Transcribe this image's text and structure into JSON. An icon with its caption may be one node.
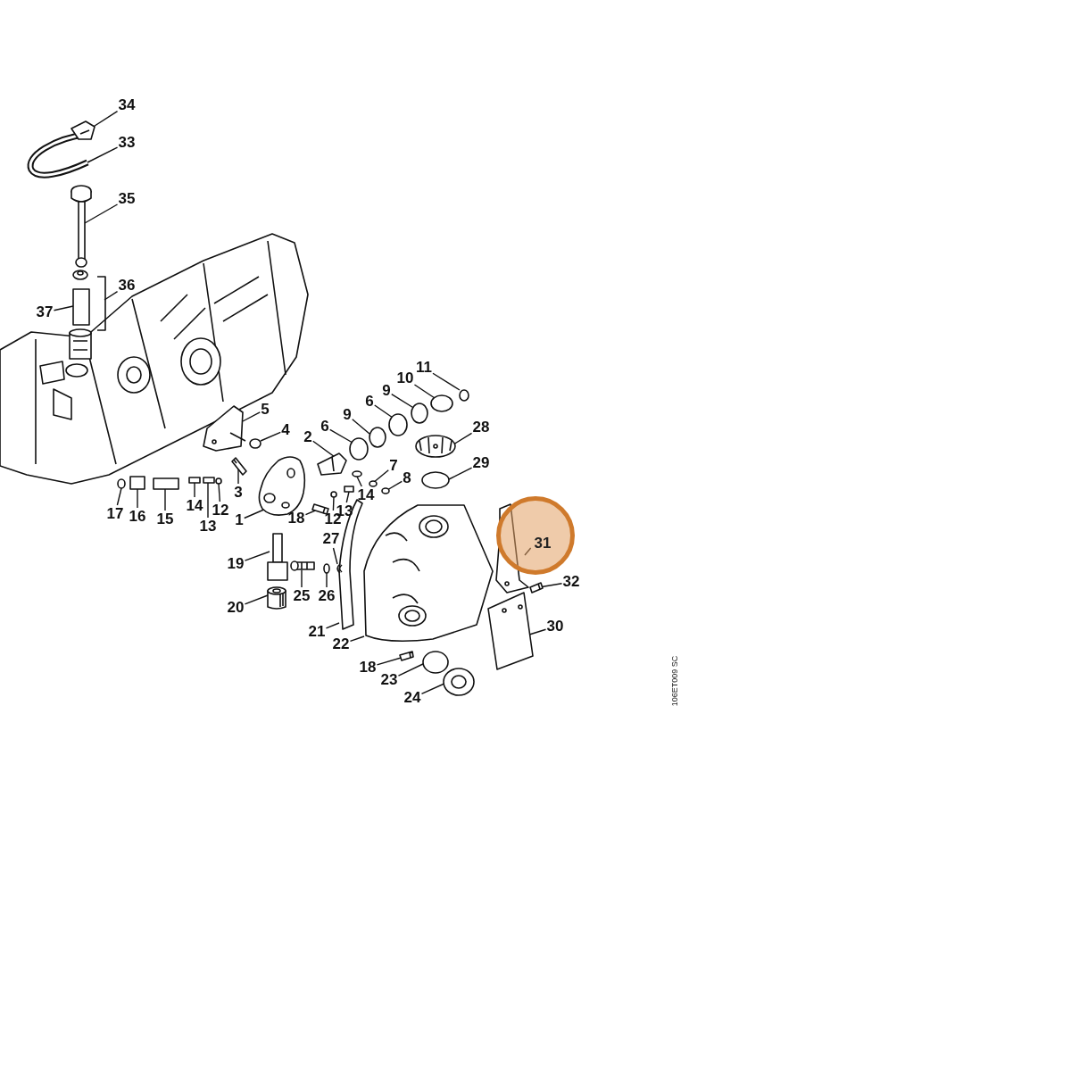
{
  "diagram": {
    "nodes": [
      {
        "text": [
          "34"
        ]
      },
      {
        "text": [
          "33"
        ]
      },
      {
        "text": [
          "35"
        ]
      },
      {
        "text": [
          "36"
        ]
      },
      {
        "text": [
          "37"
        ]
      },
      {
        "text": [
          "5"
        ]
      },
      {
        "text": [
          "4"
        ]
      },
      {
        "text": [
          "2"
        ]
      },
      {
        "text": [
          "6"
        ]
      },
      {
        "text": [
          "9"
        ]
      },
      {
        "text": [
          "6"
        ]
      },
      {
        "text": [
          "9"
        ]
      },
      {
        "text": [
          "10"
        ]
      },
      {
        "text": [
          "11"
        ]
      },
      {
        "text": [
          "28"
        ]
      },
      {
        "text": [
          "29"
        ]
      },
      {
        "text": [
          "3"
        ]
      },
      {
        "text": [
          "17"
        ]
      },
      {
        "text": [
          "16"
        ]
      },
      {
        "text": [
          "15"
        ]
      },
      {
        "text": [
          "14"
        ]
      },
      {
        "text": [
          "12"
        ]
      },
      {
        "text": [
          "13"
        ]
      },
      {
        "text": [
          "1"
        ]
      },
      {
        "text": [
          "18"
        ]
      },
      {
        "text": [
          "12"
        ]
      },
      {
        "text": [
          "13"
        ]
      },
      {
        "text": [
          "14"
        ]
      },
      {
        "text": [
          "7"
        ]
      },
      {
        "text": [
          "8"
        ]
      },
      {
        "text": [
          "27"
        ]
      },
      {
        "text": [
          "19"
        ]
      },
      {
        "text": [
          "25"
        ]
      },
      {
        "text": [
          "26"
        ]
      },
      {
        "text": [
          "20"
        ]
      },
      {
        "text": [
          "21"
        ]
      },
      {
        "text": [
          "22"
        ]
      },
      {
        "text": [
          "18"
        ]
      },
      {
        "text": [
          "23"
        ]
      },
      {
        "text": [
          "24"
        ]
      },
      {
        "text": [
          "30"
        ]
      },
      {
        "text": [
          "31"
        ]
      },
      {
        "text": [
          "32"
        ]
      },
      {
        "text": [],
        "shape": "picture"
      },
      {
        "text": [],
        "shape": "picture"
      },
      {
        "text": [],
        "shape": "picture"
      },
      {
        "text": [],
        "shape": "box"
      },
      {
        "text": [],
        "shape": "picture"
      },
      {
        "text": [],
        "shape": "circle"
      },
      {
        "text": [],
        "shape": "picture"
      },
      {
        "text": [],
        "shape": "circle"
      },
      {
        "text": [],
        "shape": "circle"
      },
      {
        "text": [],
        "shape": "circle"
      },
      {
        "text": [],
        "shape": "circle"
      },
      {
        "text": [],
        "shape": "circle"
      },
      {
        "text": [],
        "shape": "circle"
      },
      {
        "text": [],
        "shape": "picture"
      },
      {
        "text": [],
        "shape": "circle"
      },
      {
        "text": [],
        "shape": "picture"
      },
      {
        "text": [],
        "shape": "circle"
      },
      {
        "text": [],
        "shape": "box"
      },
      {
        "text": [],
        "shape": "box"
      },
      {
        "text": [],
        "shape": "box"
      },
      {
        "text": [],
        "shape": "circle"
      },
      {
        "text": [],
        "shape": "box"
      },
      {
        "text": [],
        "shape": "picture"
      },
      {
        "text": [],
        "shape": "picture"
      },
      {
        "text": [],
        "shape": "circle"
      },
      {
        "text": [],
        "shape": "box"
      },
      {
        "text": [],
        "shape": "circle"
      },
      {
        "text": [],
        "shape": "circle"
      },
      {
        "text": [],
        "shape": "circle"
      },
      {
        "text": [],
        "shape": "picture"
      },
      {
        "text": [],
        "shape": "picture"
      },
      {
        "text": [],
        "shape": "picture"
      },
      {
        "text": [],
        "shape": "circle"
      },
      {
        "text": [],
        "shape": "picture"
      },
      {
        "text": [],
        "shape": "picture"
      },
      {
        "text": [],
        "shape": "picture"
      },
      {
        "text": [],
        "shape": "picture"
      },
      {
        "text": [],
        "shape": "circle"
      },
      {
        "text": [],
        "shape": "picture"
      },
      {
        "text": [],
        "shape": "picture"
      },
      {
        "text": [],
        "shape": "picture"
      },
      {
        "text": [],
        "shape": "picture"
      }
    ],
    "edges": [
      {
        "from": 0,
        "to": 43,
        "arrow": "none"
      },
      {
        "from": 1,
        "to": 44,
        "arrow": "none"
      },
      {
        "from": 2,
        "to": 45,
        "arrow": "none"
      },
      {
        "from": 3,
        "to": null,
        "arrow": "none"
      },
      {
        "from": 4,
        "to": 46,
        "arrow": "none"
      },
      {
        "from": 5,
        "to": 47,
        "arrow": "none"
      },
      {
        "from": 6,
        "to": 48,
        "arrow": "none"
      },
      {
        "from": 7,
        "to": 49,
        "arrow": "none"
      },
      {
        "from": 8,
        "to": 50,
        "arrow": "none"
      },
      {
        "from": 9,
        "to": 51,
        "arrow": "none"
      },
      {
        "from": 10,
        "to": 52,
        "arrow": "none"
      },
      {
        "from": 11,
        "to": 53,
        "arrow": "none"
      },
      {
        "from": 12,
        "to": 54,
        "arrow": "none"
      },
      {
        "from": 13,
        "to": 55,
        "arrow": "none"
      },
      {
        "from": 14,
        "to": 56,
        "arrow": "none"
      },
      {
        "from": 15,
        "to": 57,
        "arrow": "none"
      },
      {
        "from": 16,
        "to": 58,
        "arrow": "none"
      },
      {
        "from": 17,
        "to": 59,
        "arrow": "none"
      },
      {
        "from": 18,
        "to": 60,
        "arrow": "none"
      },
      {
        "from": 19,
        "to": 61,
        "arrow": "none"
      },
      {
        "from": 20,
        "to": 62,
        "arrow": "none"
      },
      {
        "from": 21,
        "to": 63,
        "arrow": "none"
      },
      {
        "from": 22,
        "to": 64,
        "arrow": "none"
      },
      {
        "from": 23,
        "to": 65,
        "arrow": "none"
      },
      {
        "from": 24,
        "to": 66,
        "arrow": "none"
      },
      {
        "from": 25,
        "to": 67,
        "arrow": "none"
      },
      {
        "from": 26,
        "to": 68,
        "arrow": "none"
      },
      {
        "from": 27,
        "to": 69,
        "arrow": "none"
      },
      {
        "from": 28,
        "to": 70,
        "arrow": "none"
      },
      {
        "from": 29,
        "to": 71,
        "arrow": "none"
      },
      {
        "from": 30,
        "to": 72,
        "arrow": "none"
      },
      {
        "from": 31,
        "to": 73,
        "arrow": "none"
      },
      {
        "from": 32,
        "to": 74,
        "arrow": "none"
      },
      {
        "from": 33,
        "to": 75,
        "arrow": "none"
      },
      {
        "from": 34,
        "to": 76,
        "arrow": "none"
      },
      {
        "from": 35,
        "to": 77,
        "arrow": "none"
      },
      {
        "from": 36,
        "to": 78,
        "arrow": "none"
      },
      {
        "from": 37,
        "to": 79,
        "arrow": "none"
      },
      {
        "from": 38,
        "to": 80,
        "arrow": "none"
      },
      {
        "from": 39,
        "to": 81,
        "arrow": "none"
      },
      {
        "from": 40,
        "to": 82,
        "arrow": "none"
      },
      {
        "from": 41,
        "to": 83,
        "arrow": "none"
      },
      {
        "from": 42,
        "to": 84,
        "arrow": "none"
      }
    ],
    "labels": [
      "106ET009 SC"
    ]
  }
}
